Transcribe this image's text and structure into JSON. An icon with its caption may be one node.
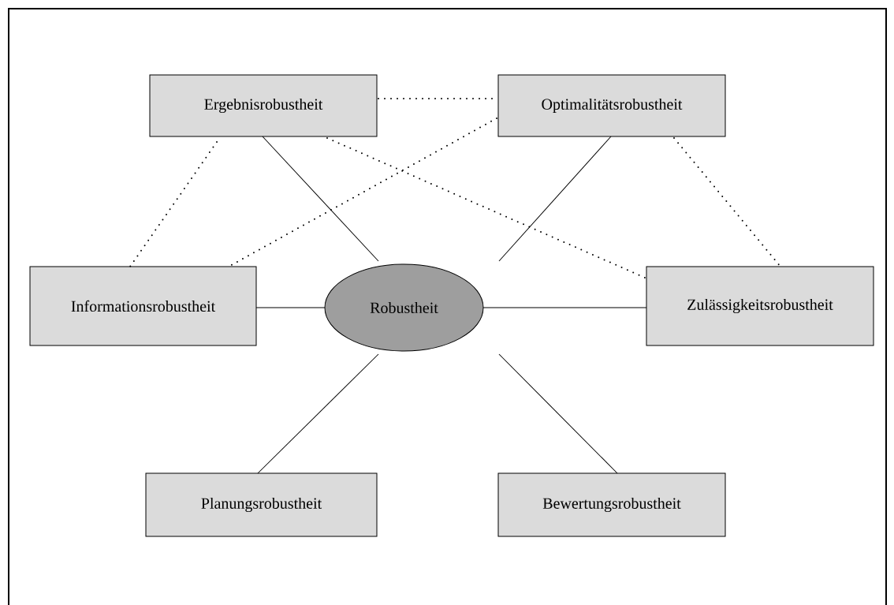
{
  "diagram": {
    "nodes": [
      {
        "text": [
          "Robustheit"
        ]
      },
      {
        "text": [
          "Ergebnisrobustheit"
        ]
      },
      {
        "text": [
          "Optimalitätsrobustheit"
        ]
      },
      {
        "text": [
          "Informationsrobustheit"
        ]
      },
      {
        "text": [
          "Zulässigkeitsrobustheit"
        ]
      },
      {
        "text": [
          "Planungsrobustheit"
        ]
      },
      {
        "text": [
          "Bewertungsrobustheit"
        ]
      }
    ],
    "edges": [
      {
        "from": 0,
        "to": 1,
        "arrow": "none"
      },
      {
        "from": 0,
        "to": 2,
        "arrow": "none"
      },
      {
        "from": 0,
        "to": 3,
        "arrow": "none"
      },
      {
        "from": 0,
        "to": 4,
        "arrow": "none"
      },
      {
        "from": 0,
        "to": 5,
        "arrow": "none"
      },
      {
        "from": 0,
        "to": 6,
        "arrow": "none"
      },
      {
        "from": 1,
        "to": 2,
        "arrow": "none",
        "style": "dashed"
      },
      {
        "from": 1,
        "to": 3,
        "arrow": "none",
        "style": "dashed"
      },
      {
        "from": 1,
        "to": 4,
        "arrow": "none",
        "style": "dashed"
      },
      {
        "from": 2,
        "to": 3,
        "arrow": "none",
        "style": "dashed"
      },
      {
        "from": 2,
        "to": 4,
        "arrow": "none",
        "style": "dashed"
      }
    ]
  }
}
